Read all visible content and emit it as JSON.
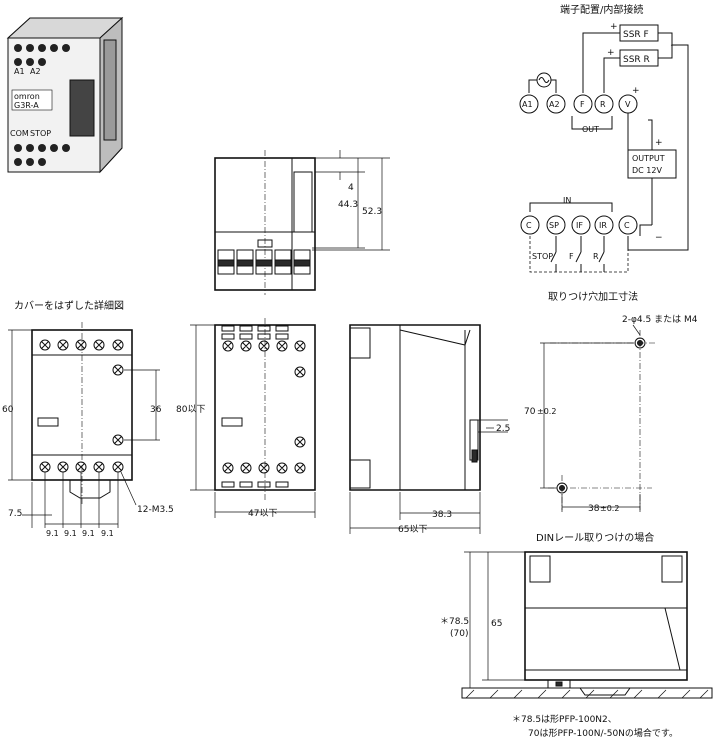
{
  "titles": {
    "terminal_arrangement": "端子配置/内部接続",
    "cover_removed": "カバーをはずした詳細図",
    "mounting_holes": "取りつけ穴加工寸法",
    "din_rail": "DINレール取りつけの場合"
  },
  "product_photo": {
    "brand": "omron",
    "model": "G3R-A",
    "labels": [
      "A1",
      "A2",
      "COM",
      "STOP"
    ]
  },
  "terminal_diagram": {
    "ssr_f": "SSR F",
    "ssr_r": "SSR R",
    "plus": "+",
    "minus": "−",
    "terminals_top": [
      "A1",
      "A2",
      "F",
      "R",
      "V"
    ],
    "out_label": "OUT",
    "output_box": [
      "OUTPUT",
      "DC 12V"
    ],
    "in_label": "IN",
    "terminals_bottom": [
      "C",
      "SP",
      "IF",
      "IR",
      "C"
    ],
    "switch_labels": [
      "STOP",
      "F",
      "R"
    ]
  },
  "dimensions": {
    "top_4": "4",
    "top_44_3": "44.3",
    "top_52_3": "52.3",
    "cover_60": "60",
    "cover_36": "36",
    "cover_7_5": "7.5",
    "cover_pitch": [
      "9.1",
      "9.1",
      "9.1",
      "9.1"
    ],
    "cover_screw": "12-M3.5",
    "front_height": "80以下",
    "front_width": "47以下",
    "side_2_5": "2.5",
    "side_38_3": "38.3",
    "side_65": "65以下",
    "holes_spec": "2-φ4.5 または M4",
    "holes_70": "70",
    "holes_70_tol": "±0.2",
    "holes_38": "38",
    "holes_38_tol": "±0.2",
    "din_78_5": "＊78.5",
    "din_70": "(70)",
    "din_65": "65"
  },
  "notes": [
    "＊78.5は形PFP-100N2、",
    "70は形PFP-100N/-50Nの場合です。"
  ]
}
